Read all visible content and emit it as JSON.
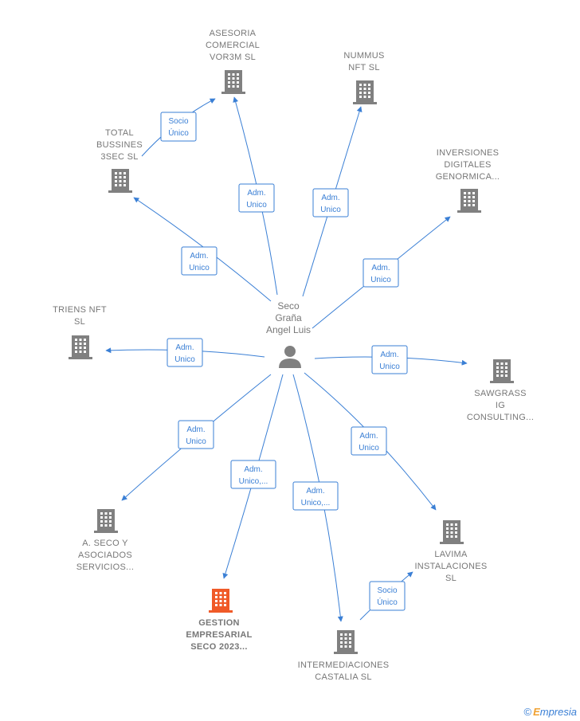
{
  "colors": {
    "edge": "#3a7fd5",
    "building": "#808080",
    "building_focus": "#f05a28",
    "text": "#777777"
  },
  "person": {
    "label_lines": [
      "Seco",
      "Graña",
      "Angel Luis"
    ],
    "icon": "person-icon"
  },
  "nodes": [
    {
      "id": "asesoria",
      "lines": [
        "ASESORIA",
        "COMERCIAL",
        "VOR3M  SL"
      ],
      "focus": false
    },
    {
      "id": "nummus",
      "lines": [
        "NUMMUS",
        "NFT  SL"
      ],
      "focus": false
    },
    {
      "id": "total",
      "lines": [
        "TOTAL",
        "BUSSINES",
        "3SEC  SL"
      ],
      "focus": false
    },
    {
      "id": "inversiones",
      "lines": [
        "INVERSIONES",
        "DIGITALES",
        "GENORMICA..."
      ],
      "focus": false
    },
    {
      "id": "triens",
      "lines": [
        "TRIENS NFT",
        "SL"
      ],
      "focus": false
    },
    {
      "id": "sawgrass",
      "lines": [
        "SAWGRASS",
        "IG",
        "CONSULTING..."
      ],
      "focus": false
    },
    {
      "id": "aseco",
      "lines": [
        "A.  SECO Y",
        "ASOCIADOS",
        "SERVICIOS..."
      ],
      "focus": false
    },
    {
      "id": "lavima",
      "lines": [
        "LAVIMA",
        "INSTALACIONES",
        "SL"
      ],
      "focus": false
    },
    {
      "id": "gestion",
      "lines": [
        "GESTION",
        "EMPRESARIAL",
        "SECO 2023..."
      ],
      "focus": true
    },
    {
      "id": "intermediaciones",
      "lines": [
        "INTERMEDIACIONES",
        "CASTALIA  SL"
      ],
      "focus": false
    }
  ],
  "edges": [
    {
      "id": "e-total-asesoria",
      "label_lines": [
        "Socio",
        "Único"
      ]
    },
    {
      "id": "e-asesoria",
      "label_lines": [
        "Adm.",
        "Unico"
      ]
    },
    {
      "id": "e-nummus",
      "label_lines": [
        "Adm.",
        "Unico"
      ]
    },
    {
      "id": "e-total",
      "label_lines": [
        "Adm.",
        "Unico"
      ]
    },
    {
      "id": "e-inversiones",
      "label_lines": [
        "Adm.",
        "Unico"
      ]
    },
    {
      "id": "e-triens",
      "label_lines": [
        "Adm.",
        "Unico"
      ]
    },
    {
      "id": "e-sawgrass",
      "label_lines": [
        "Adm.",
        "Unico"
      ]
    },
    {
      "id": "e-aseco",
      "label_lines": [
        "Adm.",
        "Unico"
      ]
    },
    {
      "id": "e-lavima",
      "label_lines": [
        "Adm.",
        "Unico"
      ]
    },
    {
      "id": "e-gestion",
      "label_lines": [
        "Adm.",
        "Unico,..."
      ]
    },
    {
      "id": "e-intermediaciones",
      "label_lines": [
        "Adm.",
        "Unico,..."
      ]
    },
    {
      "id": "e-inter-lavima",
      "label_lines": [
        "Socio",
        "Único"
      ]
    }
  ],
  "footer": {
    "copyright": "©",
    "brand_first": "E",
    "brand_rest": "mpresia"
  }
}
